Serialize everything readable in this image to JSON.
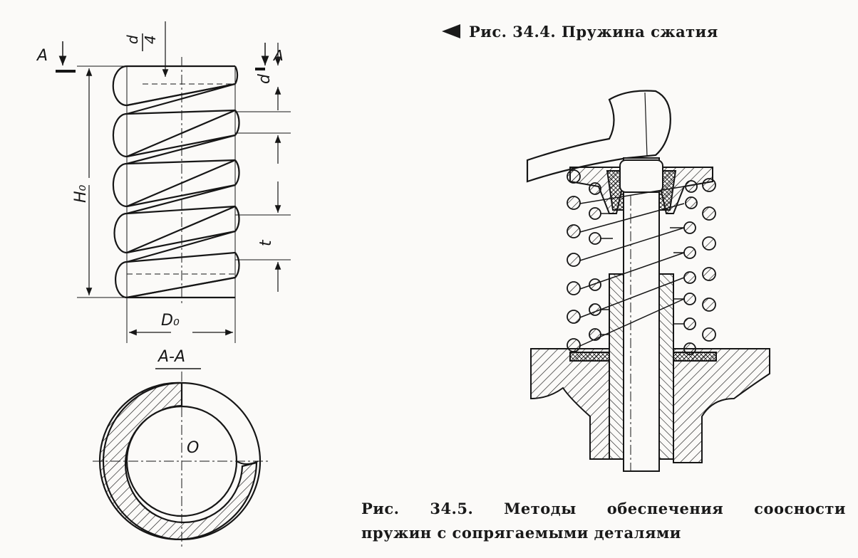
{
  "figure_1": {
    "caption": "Рис. 34.4. Пружина сжатия",
    "labels": {
      "section_a_left": "A",
      "section_a_right": "A",
      "d_over_4_numerator": "d",
      "d_over_4_denominator": "4",
      "d": "d",
      "free_height": "H₀",
      "pitch": "t",
      "mean_diameter": "D₀",
      "section_title": "A-A",
      "center": "O"
    }
  },
  "figure_2": {
    "caption_line1": "Рис.  34.5.  Методы  обеспечения  соосности",
    "caption_line2": "пружин  с  сопрягаемыми  деталями"
  },
  "colors": {
    "ink": "#161616",
    "paper": "#fbfaf8"
  }
}
